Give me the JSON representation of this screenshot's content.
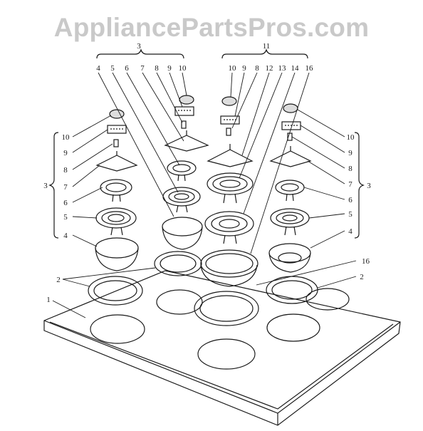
{
  "watermark": "AppliancePartsPros.com",
  "callouts": {
    "group_top_left": "3",
    "group_top_right": "11",
    "group_left": "3",
    "group_right": "3",
    "top_left_row": [
      "4",
      "5",
      "6",
      "7",
      "8",
      "9",
      "10"
    ],
    "top_right_row": [
      "10",
      "9",
      "8",
      "12",
      "13",
      "14",
      "16"
    ],
    "left_column": [
      "10",
      "9",
      "8",
      "7",
      "6",
      "5",
      "4"
    ],
    "right_column": [
      "10",
      "9",
      "8",
      "7",
      "6",
      "5",
      "4"
    ],
    "trim_ring_left": "2",
    "trim_ring_right": "2",
    "drip_pan_large": "16",
    "cooktop": "1"
  },
  "colors": {
    "ink": "#1a1a1a",
    "watermark": "#c9c9c9"
  }
}
